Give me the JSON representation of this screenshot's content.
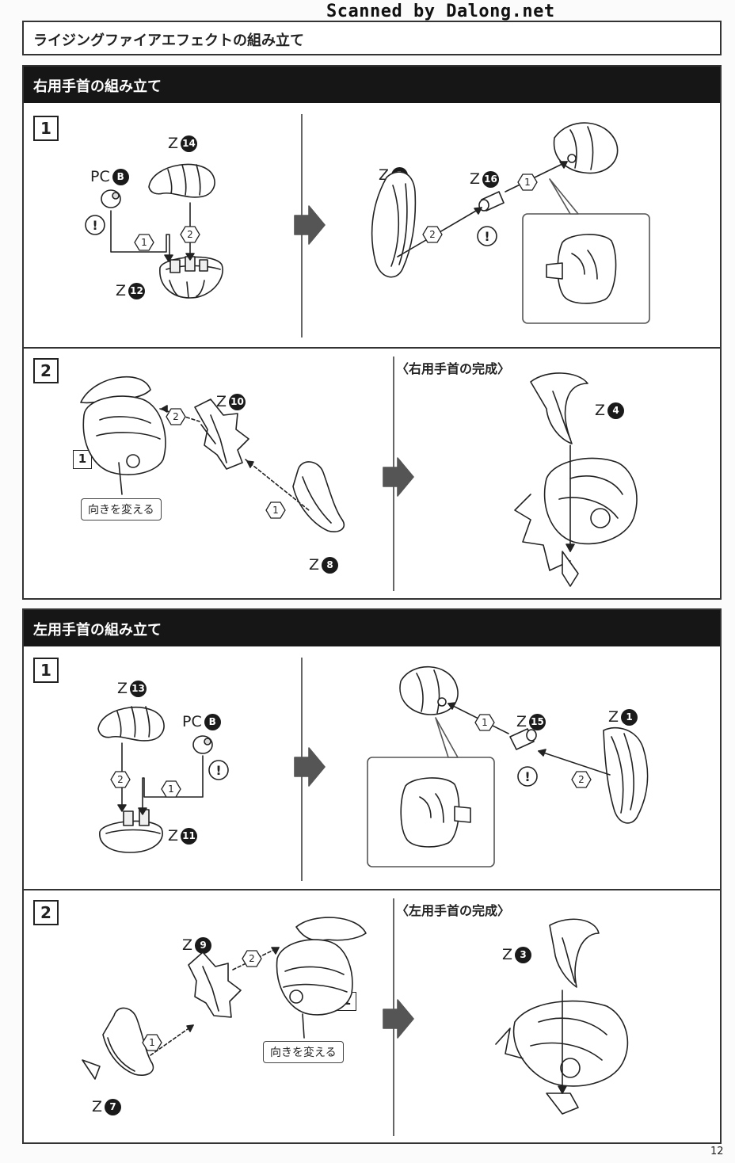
{
  "watermark": "Scanned by Dalong.net",
  "page_title": "ライジングファイアエフェクトの組み立て",
  "right_section": {
    "title": "右用手首の組み立て",
    "step1": {
      "number": "1",
      "parts": [
        {
          "prefix": "Z",
          "num": "14"
        },
        {
          "prefix": "PC",
          "num": "B"
        },
        {
          "prefix": "Z",
          "num": "12"
        },
        {
          "prefix": "Z",
          "num": "2"
        },
        {
          "prefix": "Z",
          "num": "16"
        }
      ]
    },
    "step2": {
      "number": "2",
      "ref_step": "1",
      "turn_label": "向きを変える",
      "parts": [
        {
          "prefix": "Z",
          "num": "10"
        },
        {
          "prefix": "Z",
          "num": "8"
        },
        {
          "prefix": "Z",
          "num": "4"
        }
      ],
      "complete_label": "〈右用手首の完成〉"
    }
  },
  "left_section": {
    "title": "左用手首の組み立て",
    "step1": {
      "number": "1",
      "parts": [
        {
          "prefix": "Z",
          "num": "13"
        },
        {
          "prefix": "PC",
          "num": "B"
        },
        {
          "prefix": "Z",
          "num": "11"
        },
        {
          "prefix": "Z",
          "num": "15"
        },
        {
          "prefix": "Z",
          "num": "1"
        }
      ]
    },
    "step2": {
      "number": "2",
      "ref_step": "1",
      "turn_label": "向きを変える",
      "parts": [
        {
          "prefix": "Z",
          "num": "9"
        },
        {
          "prefix": "Z",
          "num": "7"
        },
        {
          "prefix": "Z",
          "num": "3"
        }
      ],
      "complete_label": "〈左用手首の完成〉"
    }
  },
  "order_marks": [
    "1",
    "2"
  ],
  "icons": [
    "caution-icon",
    "arrow-right-icon",
    "order-hexagon-icon"
  ],
  "page_number": "12"
}
